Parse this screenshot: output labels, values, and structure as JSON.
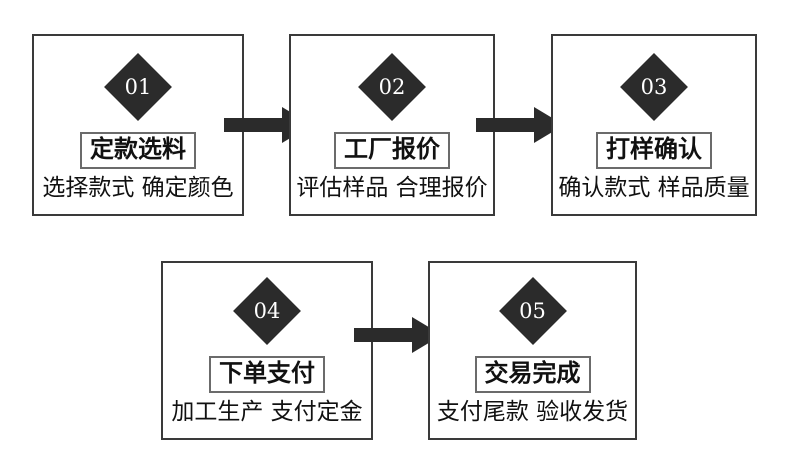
{
  "diagram": {
    "type": "process-flow",
    "title": "",
    "accent_color": "#2b2b2b",
    "box_border_color": "#3a3a3a",
    "label_border_color": "#6b6b6b",
    "background": "#ffffff",
    "steps": [
      {
        "number": "01",
        "title": "定款选料",
        "subtitle": "选择款式 确定颜色"
      },
      {
        "number": "02",
        "title": "工厂报价",
        "subtitle": "评估样品 合理报价"
      },
      {
        "number": "03",
        "title": "打样确认",
        "subtitle": "确认款式 样品质量"
      },
      {
        "number": "04",
        "title": "下单支付",
        "subtitle": "加工生产 支付定金"
      },
      {
        "number": "05",
        "title": "交易完成",
        "subtitle": "支付尾款 验收发货"
      }
    ],
    "connectors": [
      {
        "from": "01",
        "to": "02",
        "icon": "arrow-right-icon"
      },
      {
        "from": "02",
        "to": "03",
        "icon": "arrow-right-icon"
      },
      {
        "from": "04",
        "to": "05",
        "icon": "arrow-right-icon"
      }
    ]
  }
}
